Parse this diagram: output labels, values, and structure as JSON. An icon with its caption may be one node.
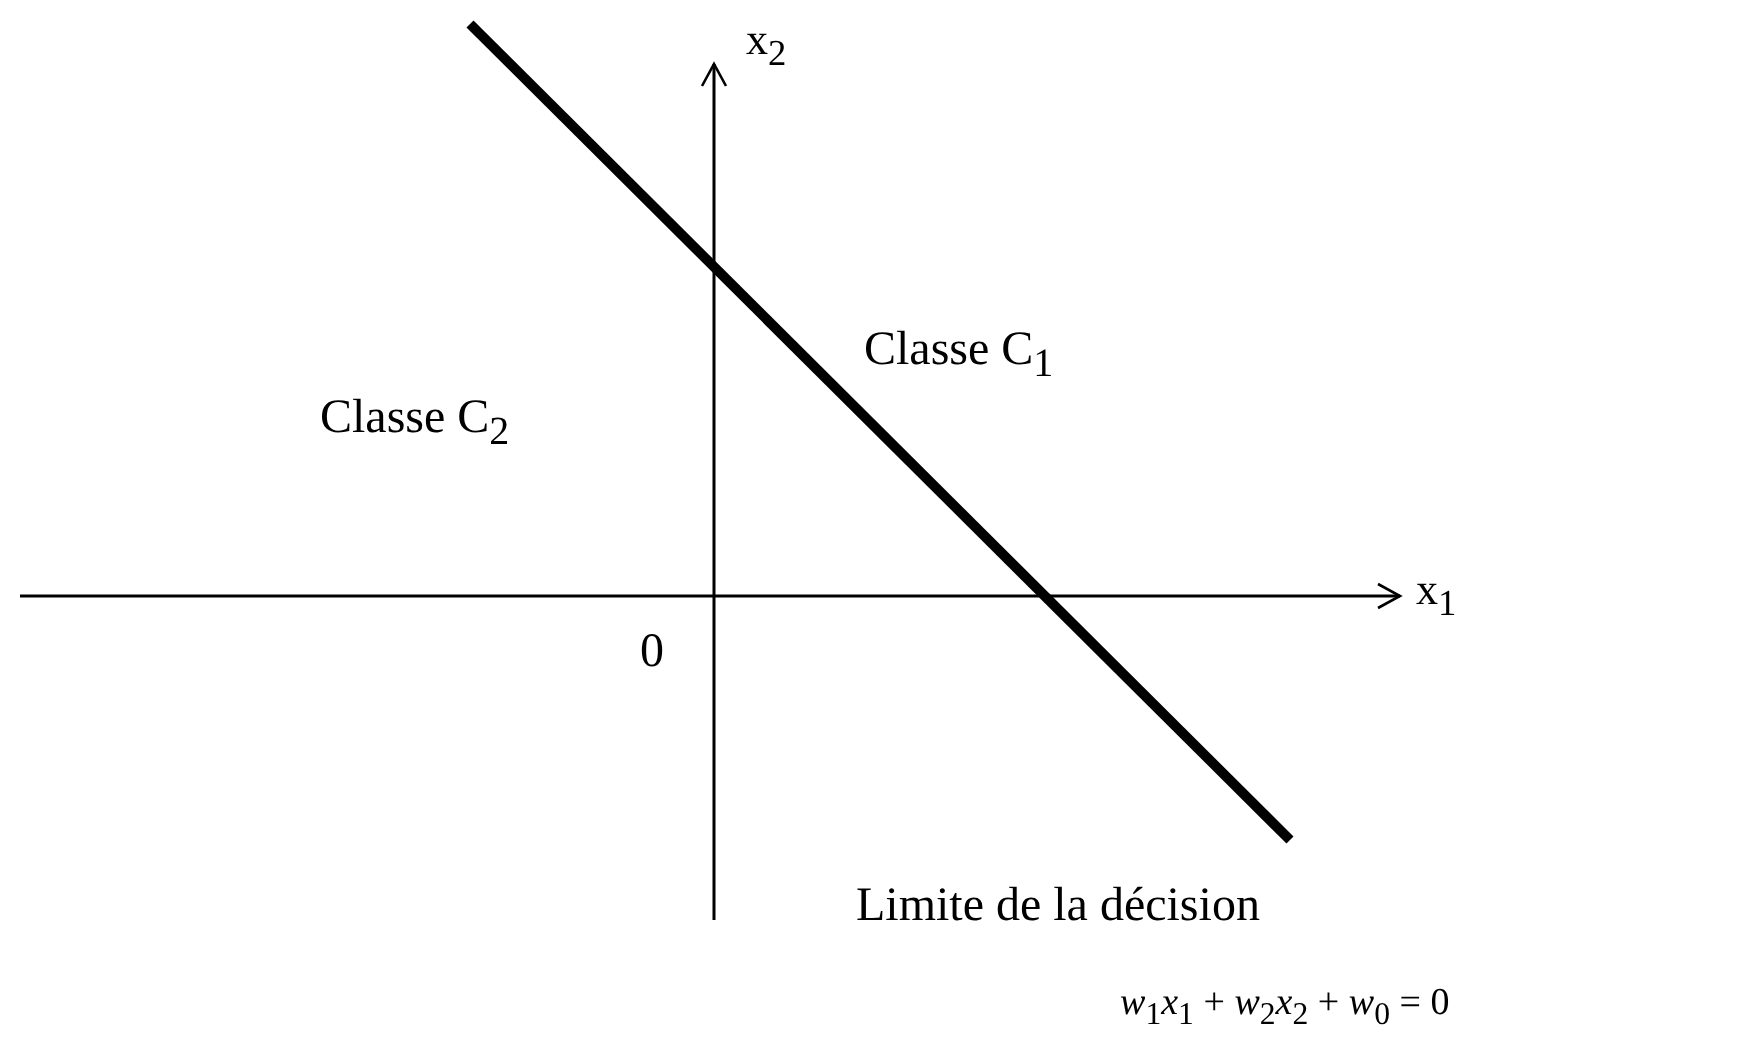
{
  "diagram": {
    "labels": [
      "x$_{2}$",
      "Classe C$_{1}$",
      "Classe C$_{2}$",
      "x$_{1}$",
      "0",
      "Limite de la décision",
      "*w*$_{1}$*x*$_{1}$ + *w*$_{2}$*x*$_{2}$ + *w*$_{0}$ = 0"
    ]
  }
}
